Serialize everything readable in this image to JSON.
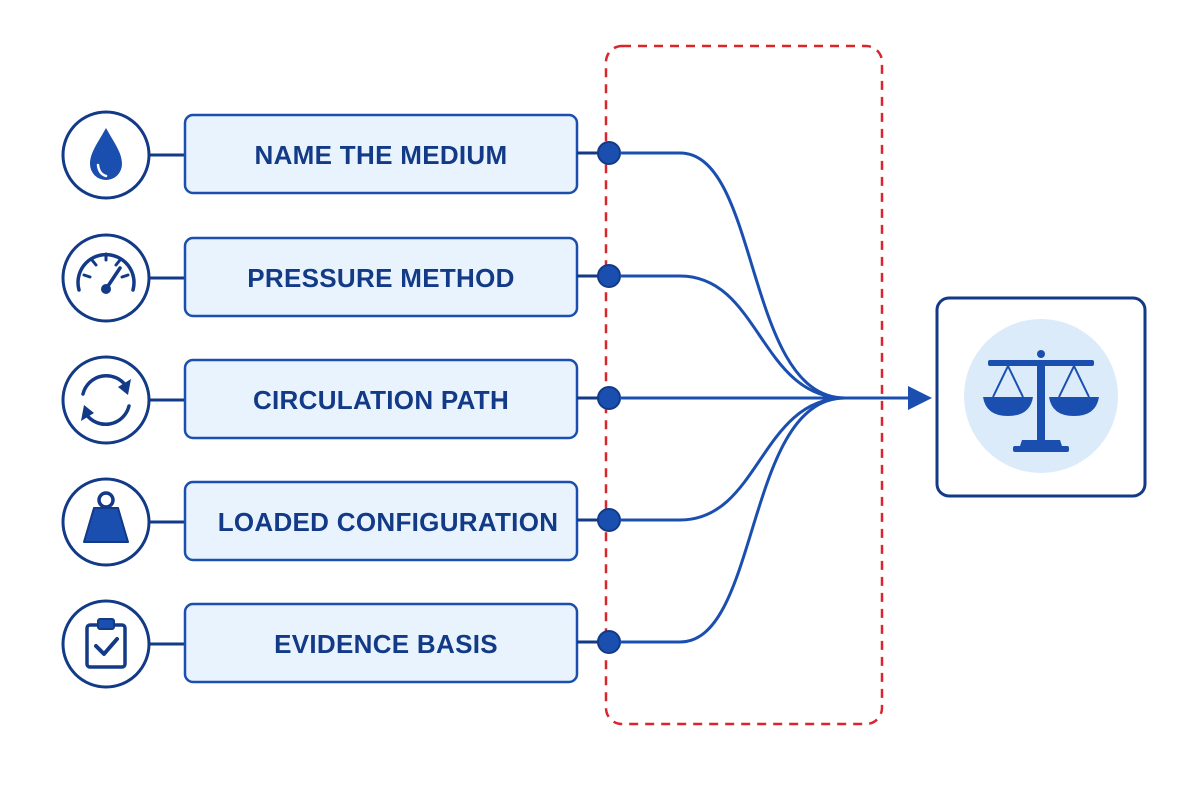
{
  "colors": {
    "primary": "#1a4fb0",
    "dark": "#123a86",
    "box_fill": "#e8f3fd",
    "scale_bg": "#dcebfa",
    "highlight": "#d9262c",
    "background": "#ffffff"
  },
  "steps": [
    {
      "label": "NAME THE MEDIUM",
      "icon": "water-drop-icon"
    },
    {
      "label": "PRESSURE METHOD",
      "icon": "pressure-gauge-icon"
    },
    {
      "label": "CIRCULATION PATH",
      "icon": "circulation-arrows-icon"
    },
    {
      "label": "LOADED CONFIGURATION",
      "icon": "weight-icon"
    },
    {
      "label": "EVIDENCE BASIS",
      "icon": "clipboard-check-icon"
    }
  ],
  "target": {
    "icon": "balance-scale-icon"
  }
}
